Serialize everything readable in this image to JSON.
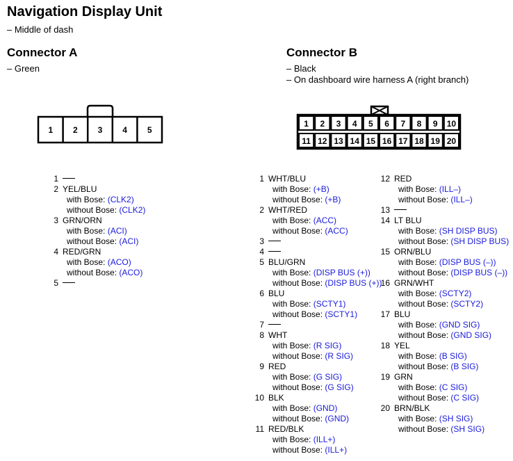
{
  "title": "Navigation Display Unit",
  "subtitle": "– Middle of dash",
  "connector_a": {
    "title": "Connector A",
    "notes": [
      "– Green"
    ],
    "pins": [
      "1",
      "2",
      "3",
      "4",
      "5"
    ],
    "entries": [
      {
        "num": "1",
        "color": "",
        "lines": []
      },
      {
        "num": "2",
        "color": "YEL/BLU",
        "lines": [
          {
            "label": "with Bose:",
            "signal": "(CLK2)"
          },
          {
            "label": "without Bose:",
            "signal": "(CLK2)"
          }
        ]
      },
      {
        "num": "3",
        "color": "GRN/ORN",
        "lines": [
          {
            "label": "with Bose:",
            "signal": "(ACI)"
          },
          {
            "label": "without Bose:",
            "signal": "(ACI)"
          }
        ]
      },
      {
        "num": "4",
        "color": "RED/GRN",
        "lines": [
          {
            "label": "with Bose:",
            "signal": "(ACO)"
          },
          {
            "label": "without Bose:",
            "signal": "(ACO)"
          }
        ]
      },
      {
        "num": "5",
        "color": "",
        "lines": []
      }
    ]
  },
  "connector_b": {
    "title": "Connector B",
    "notes": [
      "– Black",
      "– On dashboard wire harness A (right branch)"
    ],
    "pins_top": [
      "1",
      "2",
      "3",
      "4",
      "5",
      "6",
      "7",
      "8",
      "9",
      "10"
    ],
    "pins_bottom": [
      "11",
      "12",
      "13",
      "14",
      "15",
      "16",
      "17",
      "18",
      "19",
      "20"
    ],
    "entries_left": [
      {
        "num": "1",
        "color": "WHT/BLU",
        "lines": [
          {
            "label": "with Bose:",
            "signal": "(+B)"
          },
          {
            "label": "without Bose:",
            "signal": "(+B)"
          }
        ]
      },
      {
        "num": "2",
        "color": "WHT/RED",
        "lines": [
          {
            "label": "with Bose:",
            "signal": "(ACC)"
          },
          {
            "label": "without Bose:",
            "signal": "(ACC)"
          }
        ]
      },
      {
        "num": "3",
        "color": "",
        "lines": []
      },
      {
        "num": "4",
        "color": "",
        "lines": []
      },
      {
        "num": "5",
        "color": "BLU/GRN",
        "lines": [
          {
            "label": "with Bose:",
            "signal": "(DISP BUS (+))"
          },
          {
            "label": "without Bose:",
            "signal": "(DISP BUS (+))"
          }
        ]
      },
      {
        "num": "6",
        "color": "BLU",
        "lines": [
          {
            "label": "with Bose:",
            "signal": "(SCTY1)"
          },
          {
            "label": "without Bose:",
            "signal": "(SCTY1)"
          }
        ]
      },
      {
        "num": "7",
        "color": "",
        "lines": []
      },
      {
        "num": "8",
        "color": "WHT",
        "lines": [
          {
            "label": "with Bose:",
            "signal": "(R SIG)"
          },
          {
            "label": "without Bose:",
            "signal": "(R SIG)"
          }
        ]
      },
      {
        "num": "9",
        "color": "RED",
        "lines": [
          {
            "label": "with Bose:",
            "signal": "(G SIG)"
          },
          {
            "label": "without Bose:",
            "signal": "(G SIG)"
          }
        ]
      },
      {
        "num": "10",
        "color": "BLK",
        "lines": [
          {
            "label": "with Bose:",
            "signal": "(GND)"
          },
          {
            "label": "without Bose:",
            "signal": "(GND)"
          }
        ]
      },
      {
        "num": "11",
        "color": "RED/BLK",
        "lines": [
          {
            "label": "with Bose:",
            "signal": "(ILL+)"
          },
          {
            "label": "without Bose:",
            "signal": "(ILL+)"
          }
        ]
      }
    ],
    "entries_right": [
      {
        "num": "12",
        "color": "RED",
        "lines": [
          {
            "label": "with Bose:",
            "signal": "(ILL–)"
          },
          {
            "label": "without Bose:",
            "signal": "(ILL–)"
          }
        ]
      },
      {
        "num": "13",
        "color": "",
        "lines": []
      },
      {
        "num": "14",
        "color": "LT BLU",
        "lines": [
          {
            "label": "with Bose:",
            "signal": "(SH DISP BUS)"
          },
          {
            "label": "without Bose:",
            "signal": "(SH DISP BUS)"
          }
        ]
      },
      {
        "num": "15",
        "color": "ORN/BLU",
        "lines": [
          {
            "label": "with Bose:",
            "signal": "(DISP BUS (–))"
          },
          {
            "label": "without Bose:",
            "signal": "(DISP BUS (–))"
          }
        ]
      },
      {
        "num": "16",
        "color": "GRN/WHT",
        "lines": [
          {
            "label": "with Bose:",
            "signal": "(SCTY2)"
          },
          {
            "label": "without Bose:",
            "signal": "(SCTY2)"
          }
        ]
      },
      {
        "num": "17",
        "color": "BLU",
        "lines": [
          {
            "label": "with Bose:",
            "signal": "(GND SIG)"
          },
          {
            "label": "without Bose:",
            "signal": "(GND SIG)"
          }
        ]
      },
      {
        "num": "18",
        "color": "YEL",
        "lines": [
          {
            "label": "with Bose:",
            "signal": "(B SIG)"
          },
          {
            "label": "without Bose:",
            "signal": "(B SIG)"
          }
        ]
      },
      {
        "num": "19",
        "color": "GRN",
        "lines": [
          {
            "label": "with Bose:",
            "signal": "(C SIG)"
          },
          {
            "label": "without Bose:",
            "signal": "(C SIG)"
          }
        ]
      },
      {
        "num": "20",
        "color": "BRN/BLK",
        "lines": [
          {
            "label": "with Bose:",
            "signal": "(SH SIG)"
          },
          {
            "label": "without Bose:",
            "signal": "(SH SIG)"
          }
        ]
      }
    ]
  },
  "colors": {
    "signal": "#1a1adc",
    "text": "#000000"
  }
}
